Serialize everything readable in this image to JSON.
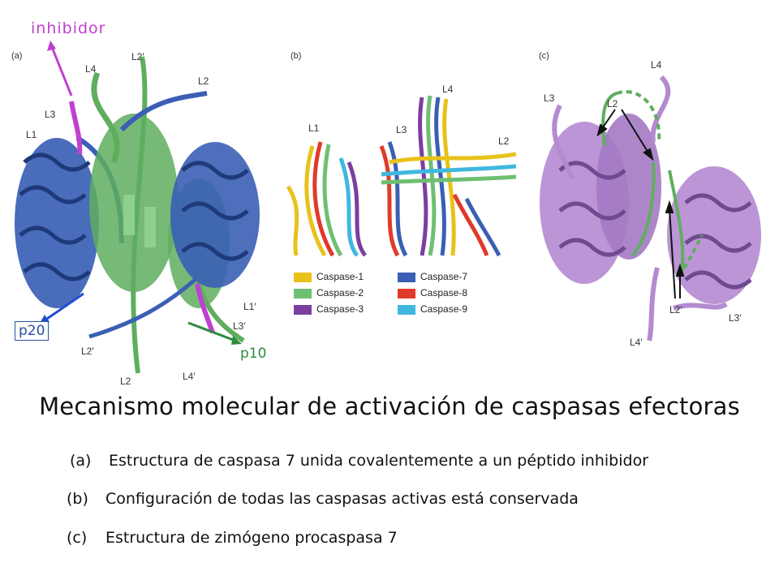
{
  "annotations": {
    "inhibitor": "inhibidor",
    "p20": "p20",
    "p10": "p10"
  },
  "panels": {
    "a": {
      "tag": "(a)",
      "loop_labels": [
        "L1",
        "L3",
        "L4",
        "L2′",
        "L2",
        "L1′",
        "L3′",
        "L2′",
        "L2",
        "L4′"
      ]
    },
    "b": {
      "tag": "(b)",
      "loop_labels": [
        "L1",
        "L3",
        "L4",
        "L2"
      ],
      "legend": [
        {
          "name": "Caspase-1",
          "color": "#e8c21a"
        },
        {
          "name": "Caspase-7",
          "color": "#3a5fb5"
        },
        {
          "name": "Caspase-2",
          "color": "#6fbf73"
        },
        {
          "name": "Caspase-8",
          "color": "#e03a2a"
        },
        {
          "name": "Caspase-3",
          "color": "#7b3fa0"
        },
        {
          "name": "Caspase-9",
          "color": "#3fb8e0"
        }
      ]
    },
    "c": {
      "tag": "(c)",
      "loop_labels": [
        "L3",
        "L2",
        "L4",
        "L2′",
        "L3′",
        "L4′"
      ]
    }
  },
  "colors": {
    "caspase_blue": "#3a5fb5",
    "caspase_green": "#5fae5f",
    "inhibitor_purple": "#c040d0",
    "procaspase_violet": "#b48ad0"
  },
  "title": "Mecanismo molecular de activación de caspasas efectoras",
  "captions": [
    {
      "tag": "(a)",
      "text": "Estructura de caspasa 7 unida covalentemente a un péptido inhibidor"
    },
    {
      "tag": "(b)",
      "text": "Configuración de todas las caspasas activas está conservada"
    },
    {
      "tag": "(c)",
      "text": "Estructura de zimógeno procaspasa 7"
    }
  ]
}
